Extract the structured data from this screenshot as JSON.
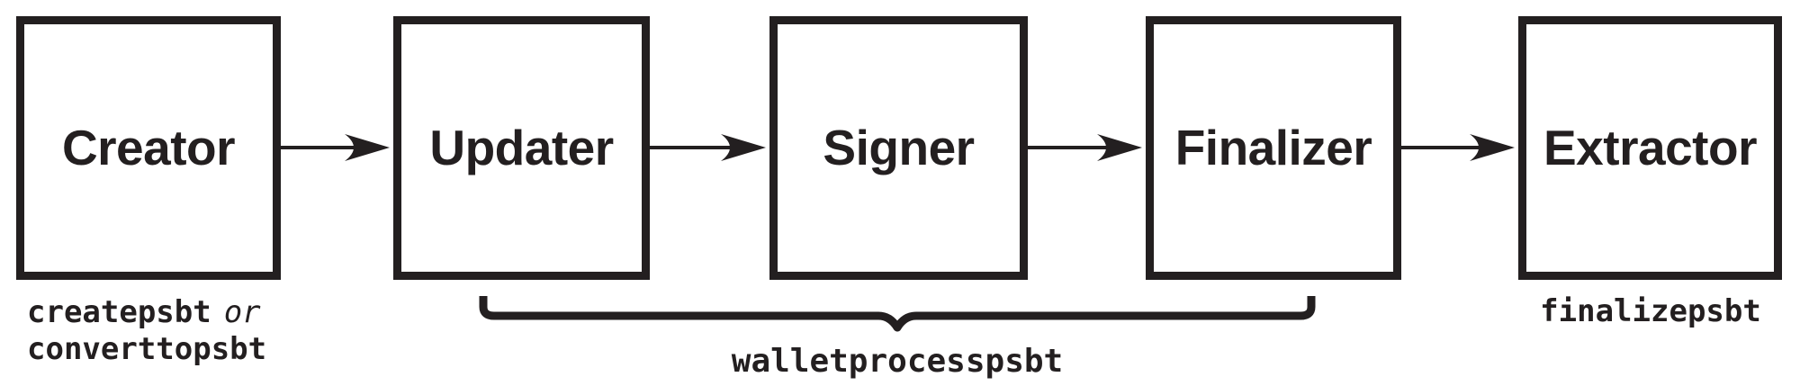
{
  "boxes": [
    {
      "id": "creator",
      "label": "Creator"
    },
    {
      "id": "updater",
      "label": "Updater"
    },
    {
      "id": "signer",
      "label": "Signer"
    },
    {
      "id": "finalizer",
      "label": "Finalizer"
    },
    {
      "id": "extractor",
      "label": "Extractor"
    }
  ],
  "labels": {
    "creator_command_1": "createpsbt",
    "creator_conjunction": "or",
    "creator_command_2": "converttopsbt",
    "brace_label": "walletprocesspsbt",
    "extractor_label": "finalizepsbt"
  },
  "colors": {
    "ink": "#231f20",
    "background": "#ffffff"
  }
}
